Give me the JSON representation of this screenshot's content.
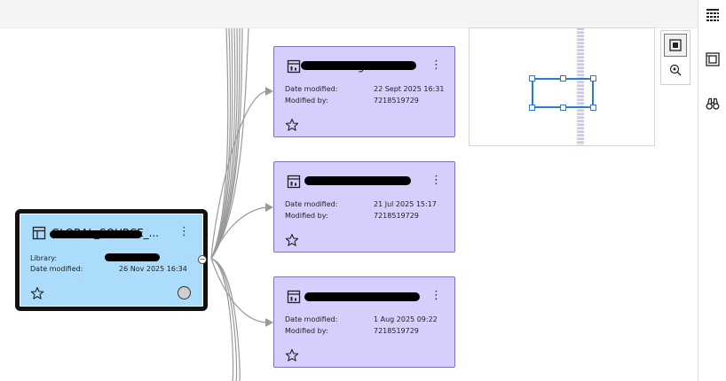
{
  "canvas": {
    "selected_node": {
      "title": "GLOBAL_SOURCE_...",
      "library_label": "Library:",
      "library_value": "",
      "date_label": "Date modified:",
      "date_value": "26 Nov 2025 16:34",
      "menu_icon": "kebab-icon",
      "star_icon": "star-icon",
      "status_icon": "circle-icon",
      "collapse_icon": "minus-icon"
    },
    "child_nodes": [
      {
        "title": "... Tracking ...",
        "date_label": "Date modified:",
        "date_value": "22 Sept 2025 16:31",
        "modifier_label": "Modified by:",
        "modifier_value": "7218519729"
      },
      {
        "title": "...",
        "date_label": "Date modified:",
        "date_value": "21 Jul 2025 15:17",
        "modifier_label": "Modified by:",
        "modifier_value": "7218519729"
      },
      {
        "title": "...",
        "date_label": "Date modified:",
        "date_value": "1 Aug 2025 09:22",
        "modifier_label": "Modified by:",
        "modifier_value": "7218519729"
      }
    ],
    "colors": {
      "selected_fill": "#abdcfb",
      "child_fill": "#d6cffd",
      "edge": "#9a9a9a"
    }
  },
  "minimap": {
    "viewport_icon": "minimap-viewport"
  },
  "zoom_controls": [
    {
      "icon": "fit-to-screen-icon",
      "active": true
    },
    {
      "icon": "zoom-to-selection-icon",
      "active": false
    }
  ],
  "right_toolbar": [
    {
      "icon": "table-view-icon"
    },
    {
      "icon": "frame-icon"
    },
    {
      "icon": "binoculars-icon"
    }
  ]
}
